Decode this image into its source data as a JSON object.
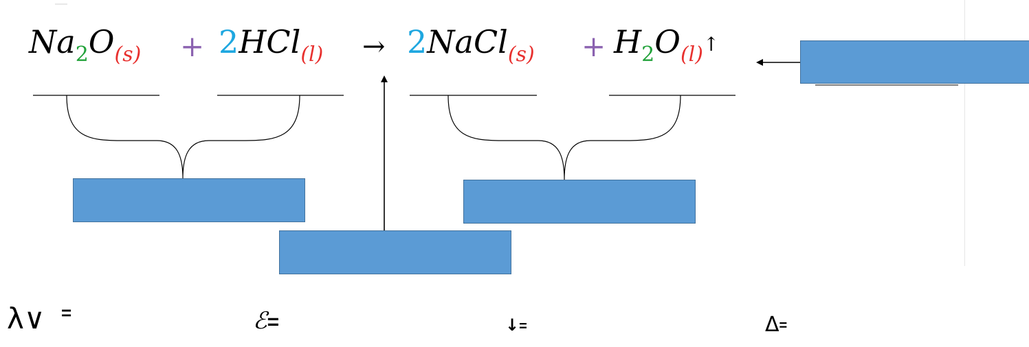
{
  "equation": {
    "term1": {
      "main": "Na",
      "sub": "2",
      "after": "O",
      "state": "(s)"
    },
    "plus1": "+",
    "term2": {
      "coef": "2",
      "main": "HCl",
      "state": "(l)"
    },
    "arrow": "→",
    "term3": {
      "coef": "2",
      "main": "NaCl",
      "state": "(s)"
    },
    "plus2": "+",
    "term4": {
      "main": "H",
      "sub": "2",
      "after": "O",
      "state": "(l)",
      "gas": "↑"
    }
  },
  "colors": {
    "subscript": "#22a23a",
    "state": "#e8312f",
    "coefficient": "#1ea7e0",
    "plus": "#8b62b0",
    "label_box": "#5b9bd5"
  },
  "legend": {
    "heat_symbol": "λ∨",
    "heat_eq": "=",
    "energy_symbol": "ℰ",
    "energy_eq": "=",
    "precipitate_symbol": "↓",
    "precipitate_eq": "=",
    "delta_symbol": "Δ",
    "delta_eq": "="
  }
}
